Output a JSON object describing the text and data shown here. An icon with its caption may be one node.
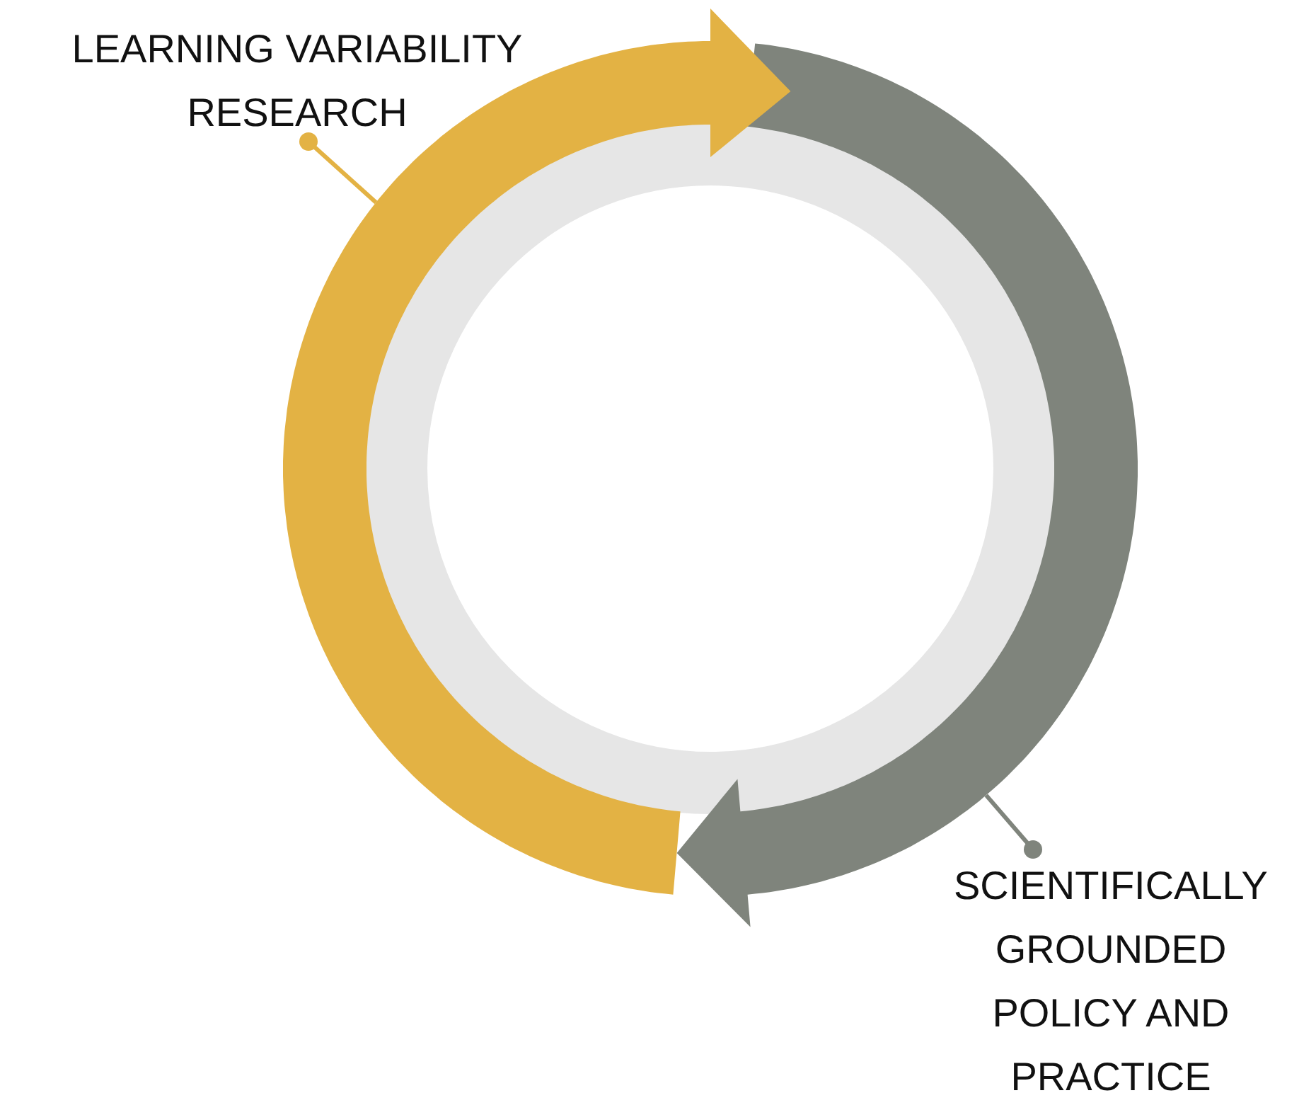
{
  "diagram": {
    "nodes": [
      {
        "text": [
          "LEARNING VARIABILITY RESEARCH"
        ]
      },
      {
        "text": [],
        "shape": "arc"
      },
      {
        "text": [],
        "shape": "arc"
      },
      {
        "text": [
          "SCIENTIFICALLY GROUNDED POLICY AND PRACTICE"
        ]
      }
    ],
    "edges": [
      {
        "from": 0,
        "to": 1,
        "arrow": "other",
        "color": "#e3b244"
      },
      {
        "from": 3,
        "to": 2,
        "arrow": "other",
        "color": "#7f847c"
      }
    ]
  }
}
